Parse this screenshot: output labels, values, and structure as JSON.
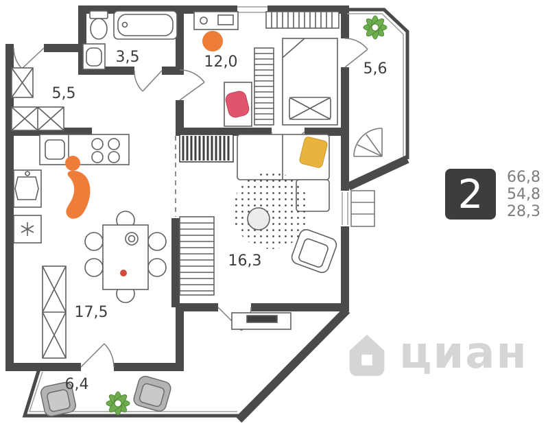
{
  "plan": {
    "kind": "apartment-floorplan"
  },
  "rooms": [
    {
      "name": "bathroom",
      "area": "3,5"
    },
    {
      "name": "hallway",
      "area": "5,5"
    },
    {
      "name": "bedroom",
      "area": "12,0"
    },
    {
      "name": "balcony-top",
      "area": "5,6"
    },
    {
      "name": "living-room",
      "area": "16,3"
    },
    {
      "name": "kitchen-living",
      "area": "17,5"
    },
    {
      "name": "balcony-bottom",
      "area": "6,4"
    }
  ],
  "summary": {
    "rooms_count": "2",
    "values": [
      "66,8",
      "54,8",
      "28,3"
    ]
  },
  "watermark": {
    "text": "циан"
  },
  "colors": {
    "wall": "#4a4a4a",
    "accent_orange": "#ef7d3a",
    "accent_yellow": "#eab33e",
    "accent_pink": "#e0556e",
    "accent_green": "#6fae4e",
    "badge_bg": "#3d3d3d",
    "summary_text": "#7d7d7d"
  }
}
